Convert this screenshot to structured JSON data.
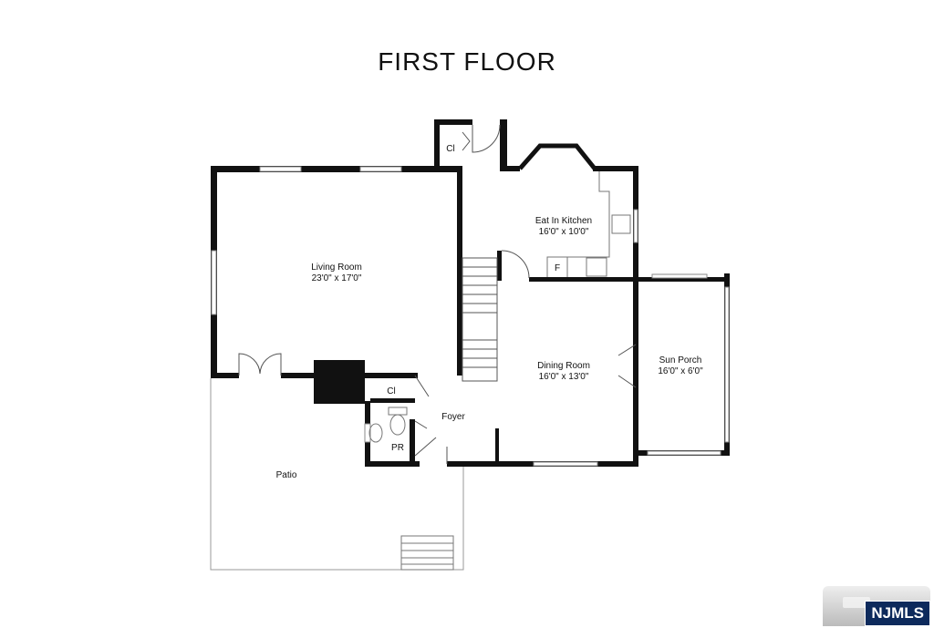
{
  "title": "FIRST FLOOR",
  "rooms": {
    "living_room": {
      "name": "Living Room",
      "size": "23'0\" x 17'0\""
    },
    "kitchen": {
      "name": "Eat In Kitchen",
      "size": "16'0\" x 10'0\""
    },
    "dining_room": {
      "name": "Dining Room",
      "size": "16'0\" x 13'0\""
    },
    "sun_porch": {
      "name": "Sun Porch",
      "size": "16'0\" x 6'0\""
    },
    "foyer": {
      "name": "Foyer"
    },
    "patio": {
      "name": "Patio"
    },
    "closet_top": {
      "name": "Cl"
    },
    "closet_foyer": {
      "name": "Cl"
    },
    "powder_room": {
      "name": "PR"
    },
    "fridge": {
      "name": "F"
    }
  },
  "logo": {
    "text": "NJMLS"
  }
}
